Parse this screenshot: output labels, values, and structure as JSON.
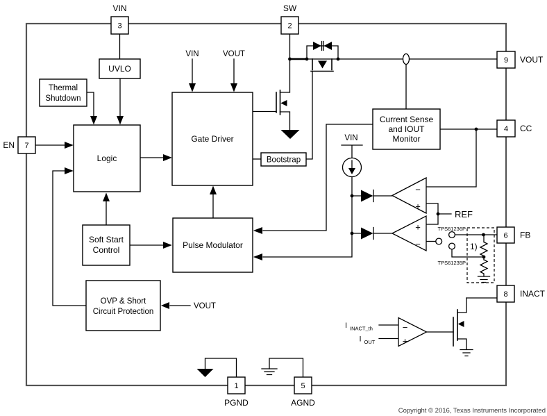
{
  "pins": {
    "vin": {
      "number": "3",
      "label": "VIN"
    },
    "sw": {
      "number": "2",
      "label": "SW"
    },
    "vout": {
      "number": "9",
      "label": "VOUT"
    },
    "cc": {
      "number": "4",
      "label": "CC"
    },
    "fb": {
      "number": "6",
      "label": "FB"
    },
    "inact": {
      "number": "8",
      "label": "INACT"
    },
    "en": {
      "number": "7",
      "label": "EN"
    },
    "pgnd": {
      "number": "1",
      "label": "PGND"
    },
    "agnd": {
      "number": "5",
      "label": "AGND"
    }
  },
  "blocks": {
    "uvlo": {
      "label": "UVLO"
    },
    "thermal_shutdown": {
      "line1": "Thermal",
      "line2": "Shutdown"
    },
    "logic": {
      "label": "Logic"
    },
    "gate_driver": {
      "label": "Gate Driver"
    },
    "bootstrap": {
      "label": "Bootstrap"
    },
    "current_sense": {
      "line1": "Current Sense",
      "line2": "and IOUT",
      "line3": "Monitor"
    },
    "soft_start": {
      "line1": "Soft Start",
      "line2": "Control"
    },
    "pulse_modulator": {
      "label": "Pulse Modulator"
    },
    "ovp": {
      "line1": "OVP & Short",
      "line2": "Circuit Protection"
    }
  },
  "signals": {
    "gate_driver_vin": "VIN",
    "gate_driver_vout": "VOUT",
    "current_source_vin": "VIN",
    "ref": "REF",
    "ovp_vout": "VOUT",
    "variant_upper": "TPS61236P",
    "variant_lower": "TPS61235P",
    "note": "1)",
    "inact_threshold_main": "I",
    "inact_threshold_sub": "INACT_th",
    "iout_main": "I",
    "iout_sub": "OUT"
  },
  "symbols": {
    "plus": "+",
    "minus": "−"
  },
  "colors": {
    "line": "#000000",
    "frame": "#545454",
    "background": "#ffffff",
    "copyright_text": "#3a3a3a"
  },
  "footer": {
    "copyright": "Copyright © 2016, Texas Instruments Incorporated"
  }
}
